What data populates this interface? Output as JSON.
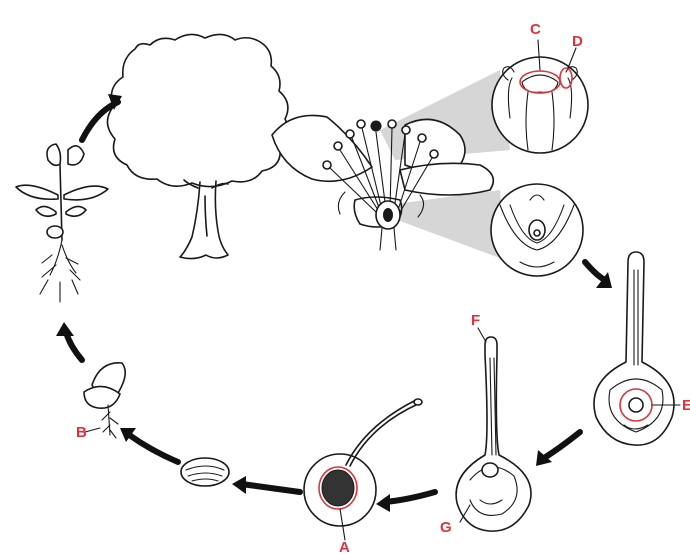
{
  "diagram": {
    "labels": {
      "A": "A",
      "B": "B",
      "C": "C",
      "D": "D",
      "E": "E",
      "F": "F",
      "G": "G"
    },
    "stages": [
      "tree-icon",
      "flower-icon",
      "pistil-closeup-icon",
      "ovary-closeup-icon",
      "ovule-icon",
      "developing-ovule-icon",
      "fruit-icon",
      "seed-icon",
      "germinating-seed-icon",
      "seedling-icon"
    ],
    "colors": {
      "label": "#e0323c",
      "ink": "#1a1a1a",
      "arrow": "#111111",
      "zoom_wedge": "#cfcfcf"
    }
  }
}
